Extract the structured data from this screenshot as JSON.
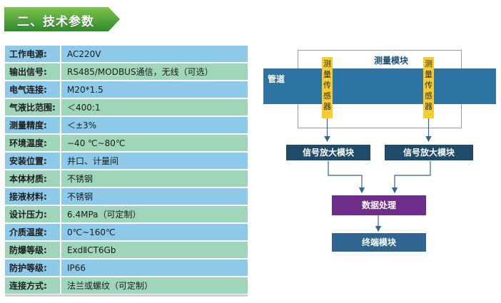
{
  "section": {
    "title": "二、技术参数"
  },
  "spec_rows": [
    {
      "key": "工作电源:",
      "value": "AC220V",
      "color": "#8dc9e9"
    },
    {
      "key": "输出信号:",
      "value": "RS485/MODBUS通信，无线（可选）",
      "color": "#9fd5b8"
    },
    {
      "key": "电气连接:",
      "value": "M20*1.5",
      "color": "#8dc9e9"
    },
    {
      "key": "气液比范围:",
      "value": "＜400:1",
      "color": "#9fd5b8"
    },
    {
      "key": "测量精度:",
      "value": "＜±3%",
      "color": "#8dc9e9"
    },
    {
      "key": "环境温度:",
      "value": "−40 ℃~80℃",
      "color": "#9fd5b8"
    },
    {
      "key": "安装位置:",
      "value": "井口、计量间",
      "color": "#8dc9e9"
    },
    {
      "key": "本体材质:",
      "value": "不锈钢",
      "color": "#9fd5b8"
    },
    {
      "key": "接液材料:",
      "value": "不锈钢",
      "color": "#8dc9e9"
    },
    {
      "key": "设计压力:",
      "value": "6.4MPa（可定制）",
      "color": "#9fd5b8"
    },
    {
      "key": "介质温度:",
      "value": "0℃~160℃",
      "color": "#8dc9e9"
    },
    {
      "key": "防爆等级:",
      "value": "ExdⅡCT6Gb",
      "color": "#9fd5b8"
    },
    {
      "key": "防护等级:",
      "value": "IP66",
      "color": "#8dc9e9"
    },
    {
      "key": "连接方式:",
      "value": "法兰或螺纹（可定制）",
      "color": "#9fd5b8"
    }
  ],
  "diagram": {
    "module_title": "测量模块",
    "pipe_label": "管道",
    "sensor_chars": [
      "测",
      "量",
      "传",
      "感",
      "器"
    ],
    "amp_left": "信号放大模块",
    "amp_right": "信号放大模块",
    "processing": "数据处理",
    "terminal": "终端模块",
    "colors": {
      "pipe": "#2d74a2",
      "sensor": "#f7cc2f",
      "amp": "#1f4c6a",
      "processing": "#6f2d8a",
      "terminal": "#2f6591"
    }
  }
}
